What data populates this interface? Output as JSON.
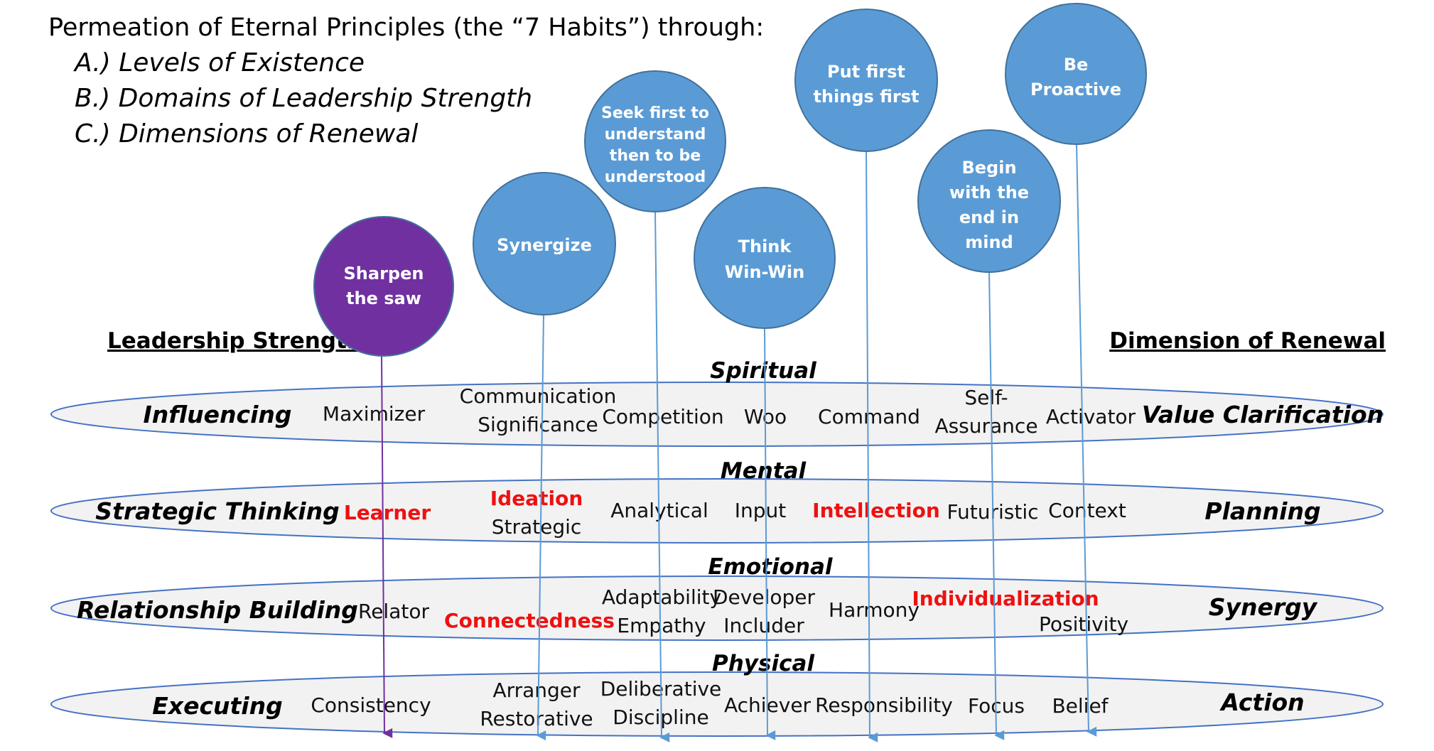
{
  "title": "Permeation of Eternal Principles (the “7 Habits”) through:",
  "subtitles": [
    "A.) Levels of Existence",
    "B.) Domains of Leadership Strength",
    "C.) Dimensions of Renewal"
  ],
  "headers": {
    "left": "Leadership Strength",
    "right": "Dimension of Renewal"
  },
  "levels": [
    "Spiritual",
    "Mental",
    "Emotional",
    "Physical"
  ],
  "rows": [
    {
      "strength": "Influencing",
      "renewal": "Value Clarification",
      "talents": [
        "Maximizer",
        "Communication",
        "Significance",
        "Competition",
        "Woo",
        "Command",
        "Self-",
        "Assurance",
        "Activator"
      ]
    },
    {
      "strength": "Strategic Thinking",
      "renewal": "Planning",
      "talents": [
        "Learner",
        "Ideation",
        "Strategic",
        "Analytical",
        "Input",
        "Intellection",
        "Futuristic",
        "Context"
      ]
    },
    {
      "strength": "Relationship Building",
      "renewal": "Synergy",
      "talents": [
        "Relator",
        "Connectedness",
        "Adaptability",
        "Empathy",
        "Developer",
        "Includer",
        "Harmony",
        "Individualization",
        "Positivity"
      ]
    },
    {
      "strength": "Executing",
      "renewal": "Action",
      "talents": [
        "Consistency",
        "Arranger",
        "Restorative",
        "Deliberative",
        "Discipline",
        "Achiever",
        "Responsibility",
        "Focus",
        "Belief"
      ]
    }
  ],
  "habits": [
    {
      "lines": [
        "Sharpen",
        "the saw"
      ]
    },
    {
      "lines": [
        "Synergize"
      ]
    },
    {
      "lines": [
        "Seek first to",
        "understand",
        "then to be",
        "understood"
      ]
    },
    {
      "lines": [
        "Think",
        "Win-Win"
      ]
    },
    {
      "lines": [
        "Put first",
        "things first"
      ]
    },
    {
      "lines": [
        "Begin",
        "with the",
        "end in",
        "mind"
      ]
    },
    {
      "lines": [
        "Be",
        "Proactive"
      ]
    }
  ],
  "colors": {
    "bubble": "#5b9bd5",
    "sharpen": "#7030a0",
    "highlight": "#e11111",
    "ring_fill": "#f2f2f2",
    "ring_stroke": "#4472c4"
  }
}
